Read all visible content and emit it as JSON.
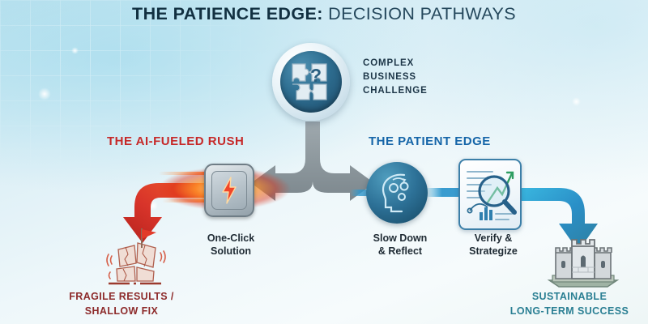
{
  "title": {
    "strong": "THE PATIENCE EDGE:",
    "light": " DECISION PATHWAYS"
  },
  "center": {
    "icon": "puzzle-question-icon",
    "label_line1": "COMPLEX",
    "label_line2": "BUSINESS",
    "label_line3": "CHALLENGE"
  },
  "branches": {
    "left": {
      "heading": "THE AI-FUELED RUSH",
      "heading_color": "#c62828",
      "step": {
        "icon": "lightning-bolt-button-icon",
        "caption_line1": "One-Click",
        "caption_line2": "Solution"
      },
      "outcome": {
        "icon": "cracked-puzzle-flag-icon",
        "arrow_icon": "red-down-arrow-icon",
        "label_line1": "FRAGILE RESULTS /",
        "label_line2": "SHALLOW FIX",
        "label_color": "#8d2b2b"
      }
    },
    "right": {
      "heading": "THE PATIENT EDGE",
      "heading_color": "#1565a8",
      "step1": {
        "icon": "head-with-gears-icon",
        "caption_line1": "Slow Down",
        "caption_line2": "& Reflect"
      },
      "step2": {
        "icon": "document-magnifier-chart-icon",
        "caption_line1": "Verify &",
        "caption_line2": "Strategize"
      },
      "outcome": {
        "icon": "castle-fortress-icon",
        "arrow_icon": "blue-down-arrow-icon",
        "label_line1": "SUSTAINABLE",
        "label_line2": "LONG-TERM SUCCESS",
        "label_color": "#2a7f93"
      }
    }
  },
  "connectors": {
    "fork_icon": "gray-fork-arrow-icon",
    "left_path_icon": "red-curved-arrow-icon",
    "right_path_icon": "blue-flow-arrow-icon"
  },
  "colors": {
    "accent_red": "#c62828",
    "accent_blue": "#1565a8",
    "accent_teal": "#2a7f93",
    "title_text": "#1b3a4b",
    "background_top": "#bfe3ef",
    "background_bottom": "#eef6f6"
  }
}
